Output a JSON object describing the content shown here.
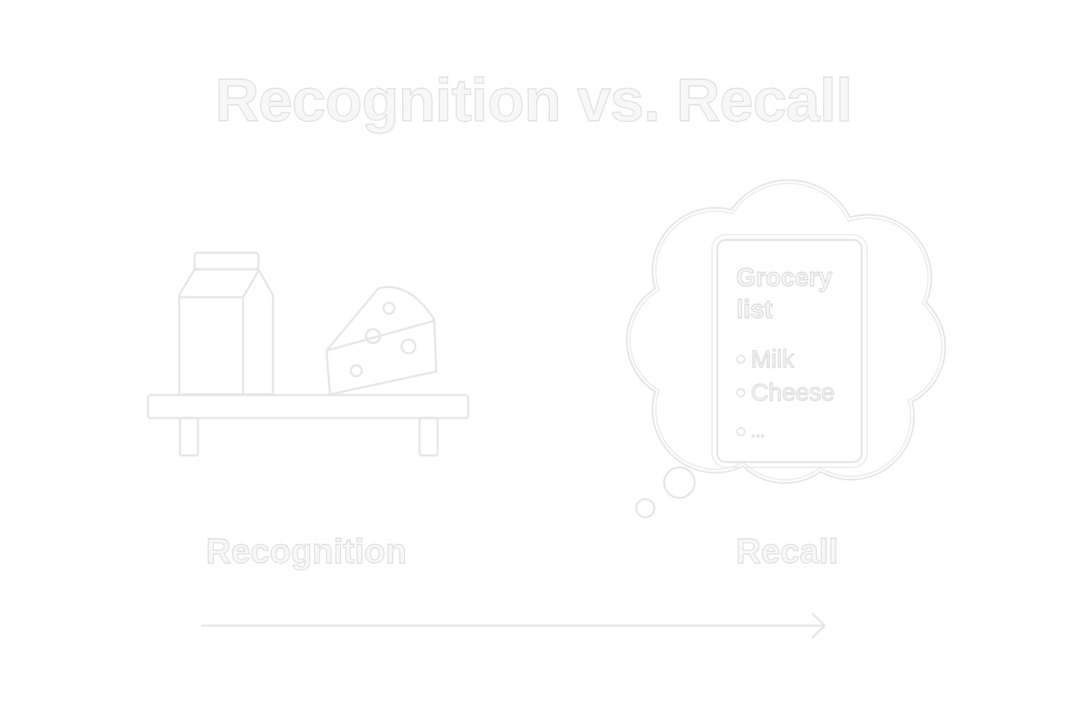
{
  "diagram": {
    "title": "Recognition vs. Recall",
    "nodes": [
      {
        "text": [
          "Grocery list",
          "Milk",
          "Cheese",
          "..."
        ]
      }
    ],
    "labels": [
      "Recognition",
      "Recall"
    ]
  }
}
